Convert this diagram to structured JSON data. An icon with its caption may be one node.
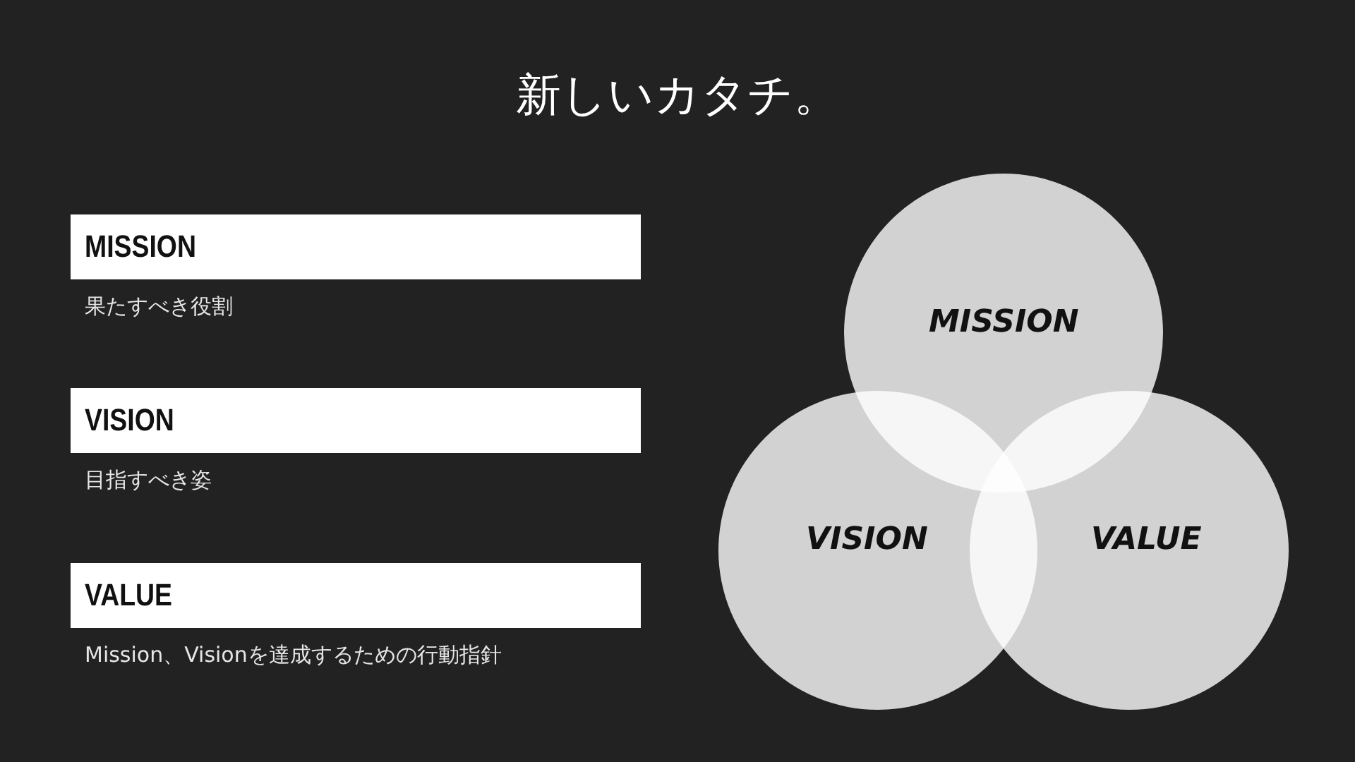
{
  "diagram": {
    "title": "新しいカタチ。",
    "nodes": [
      {
        "text": [
          "MISSION"
        ],
        "beside": [
          "果たすべき役割"
        ]
      },
      {
        "text": [
          "VISION"
        ],
        "beside": [
          "目指すべき姿"
        ]
      },
      {
        "text": [
          "VALUE"
        ],
        "beside": [
          "Mission、Visionを達成するための行動指針"
        ]
      },
      {
        "text": [
          "MISSION"
        ]
      },
      {
        "text": [
          "VISION"
        ]
      },
      {
        "text": [
          "VALUE"
        ]
      }
    ]
  }
}
